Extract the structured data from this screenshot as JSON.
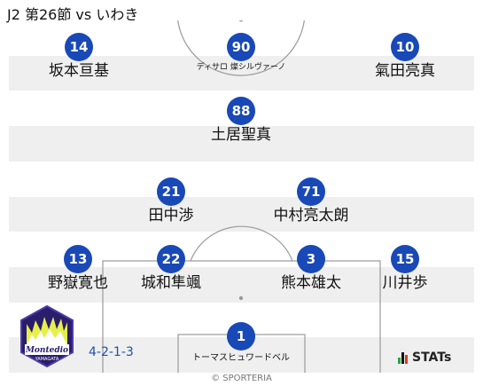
{
  "title": "J2 第26節 vs いわき",
  "formation": "4-2-1-3",
  "brand": "STATs",
  "copyright": "© SPORTERIA",
  "logo": {
    "name": "Montedio",
    "sub": "YAMAGATA"
  },
  "colors": {
    "player_circle": "#1948b7",
    "formation_text": "#1f4fa8",
    "stripe": "#efefef"
  },
  "players": [
    {
      "number": "14",
      "name": "坂本亘基"
    },
    {
      "number": "90",
      "name": "ディサロ 燦シルヴァーノ"
    },
    {
      "number": "10",
      "name": "氣田亮真"
    },
    {
      "number": "88",
      "name": "土居聖真"
    },
    {
      "number": "21",
      "name": "田中渉"
    },
    {
      "number": "71",
      "name": "中村亮太朗"
    },
    {
      "number": "13",
      "name": "野嶽寛也"
    },
    {
      "number": "22",
      "name": "城和隼颯"
    },
    {
      "number": "3",
      "name": "熊本雄太"
    },
    {
      "number": "15",
      "name": "川井歩"
    },
    {
      "number": "1",
      "name": "トーマスヒュワードベル"
    }
  ]
}
